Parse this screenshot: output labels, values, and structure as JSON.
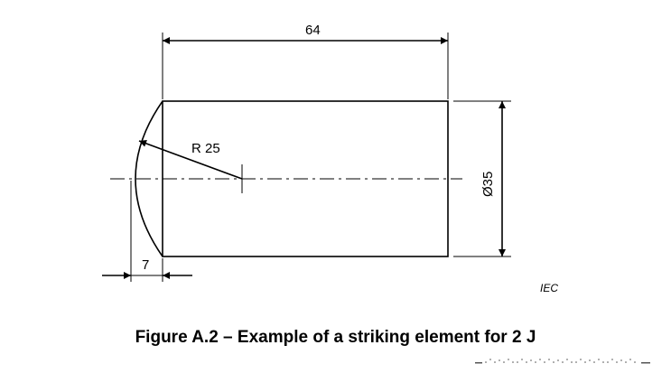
{
  "drawing": {
    "length_dimension": "64",
    "radius_label": "R 25",
    "diameter_label": "Ø35",
    "tip_depth_dimension": "7",
    "credit": "IEC"
  },
  "caption": "Figure A.2 – Example of a striking element for 2 J"
}
